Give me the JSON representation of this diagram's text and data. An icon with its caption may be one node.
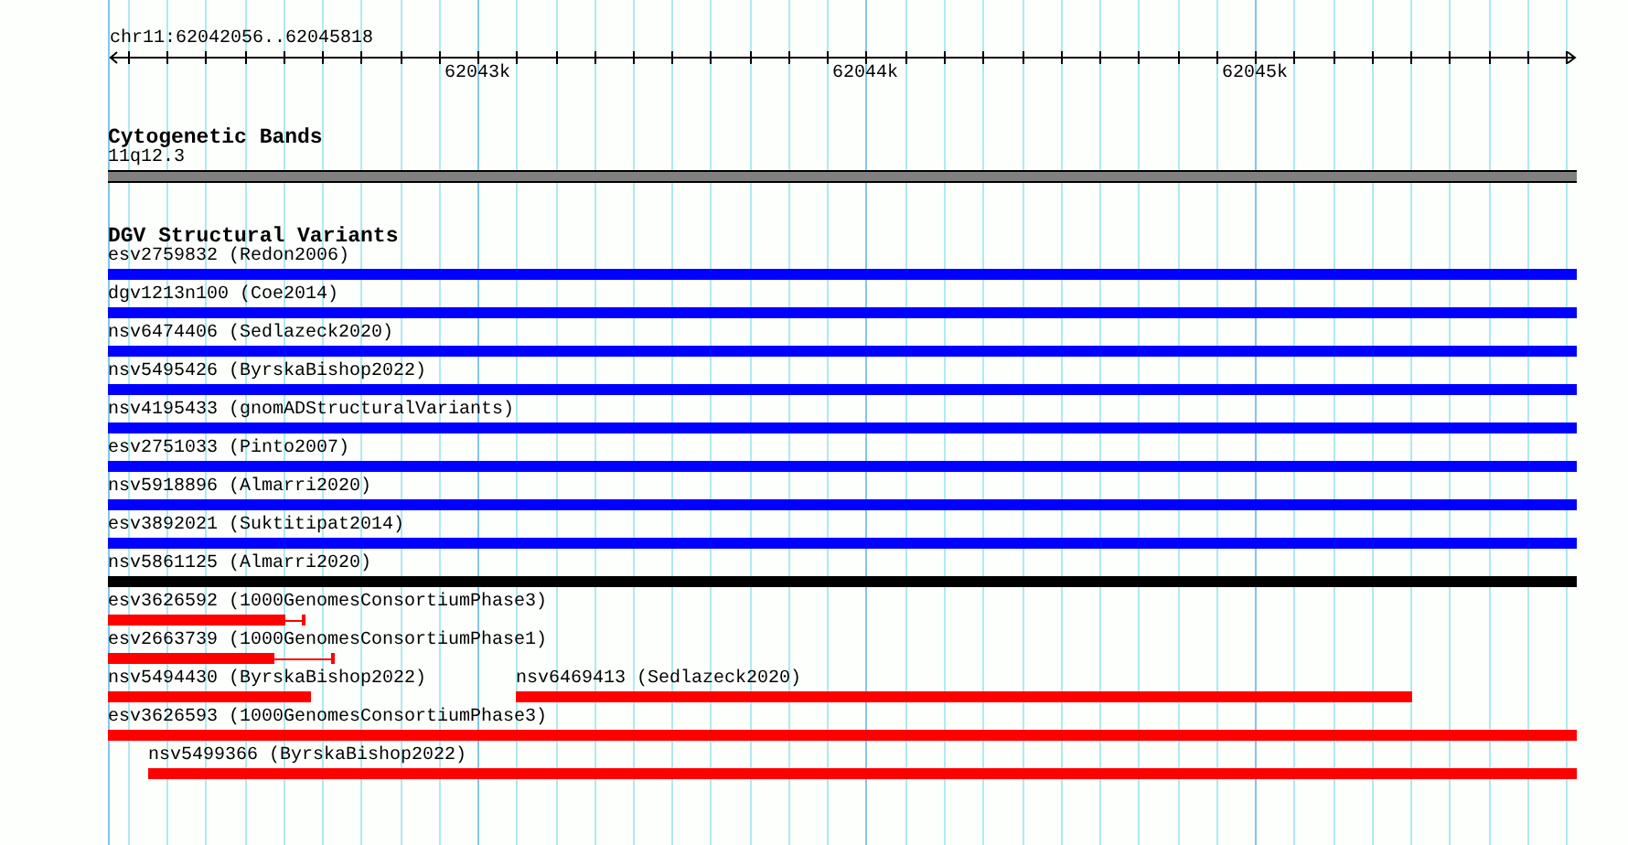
{
  "diagram": {
    "nodes": [
      {
        "text": [
          "11q12.3"
        ]
      },
      {
        "text": [
          "esv2759832 (Redon2006)"
        ]
      },
      {
        "text": [
          "dgv1213n100 (Coe2014)"
        ]
      },
      {
        "text": [
          "nsv6474406 (Sedlazeck2020)"
        ]
      },
      {
        "text": [
          "nsv5495426 (ByrskaBishop2022)"
        ]
      },
      {
        "text": [
          "nsv4195433 (gnomADStructuralVariants)"
        ]
      },
      {
        "text": [
          "esv2751033 (Pinto2007)"
        ]
      },
      {
        "text": [
          "nsv5918896 (Almarri2020)"
        ]
      },
      {
        "text": [
          "esv3892021 (Suktitipat2014)"
        ]
      },
      {
        "text": [
          "nsv5861125 (Almarri2020)"
        ]
      },
      {
        "text": [
          "esv3626592 (1000GenomesConsortiumPhase3)"
        ]
      },
      {
        "text": [
          "esv2663739 (1000GenomesConsortiumPhase1)"
        ]
      },
      {
        "text": [
          "nsv5494430 (ByrskaBishop2022)"
        ]
      },
      {
        "text": [
          "nsv6469413 (Sedlazeck2020)"
        ]
      },
      {
        "text": [
          "esv3626593 (1000GenomesConsortiumPhase3)"
        ]
      },
      {
        "text": [
          "nsv5499366 (ByrskaBishop2022)"
        ]
      }
    ],
    "labels": [
      "chr11:62042056..62045818",
      "62043k",
      "62044k",
      "62045k",
      "Cytogenetic Bands",
      "DGV Structural Variants"
    ]
  }
}
